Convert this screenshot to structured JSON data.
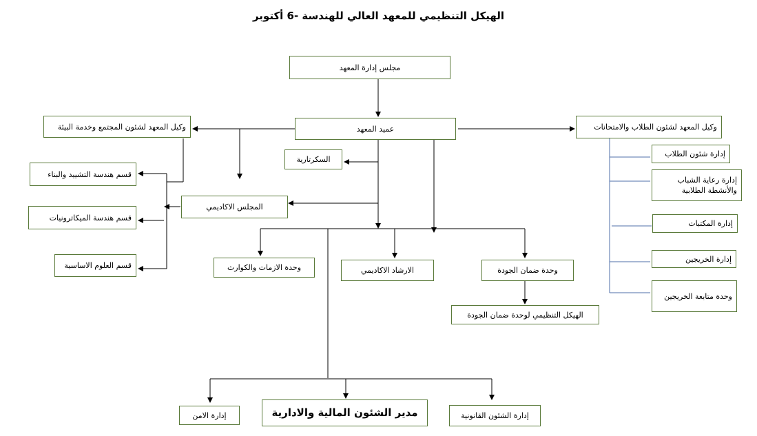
{
  "title": "الهيكل التنظيمي للمعهد العالي للهندسة -6 أكتوبر",
  "boxes": {
    "board": "مجلس إدارة المعهد",
    "dean": "عميد المعهد",
    "vice_community": "وكيل المعهد لشئون المجتمع وخدمة البيئة",
    "vice_students": "وكيل المعهد لشئون الطلاب والامتحانات",
    "secretariat": "السكرتارية",
    "academic_council": "المجلس الاكاديمي",
    "dept_construction": "قسم هندسة التشييد والبناء",
    "dept_mechatronics": "قسم هندسة الميكاترونيات",
    "dept_basic": "قسم العلوم الاساسية",
    "crisis_unit": "وحدة الازمات والكوارث",
    "academic_guidance": "الارشاد الاكاديمي",
    "quality_unit": "وحدة ضمان الجودة",
    "quality_structure": "الهيكل التنظيمي لوحدة ضمان الجودة",
    "student_affairs": "إدارة شئون الطلاب",
    "youth_care": "إدارة رعاية الشباب والأنشطة الطلابية",
    "libraries": "إدارة المكتبات",
    "graduates": "إدارة الخريجين",
    "graduates_followup": "وحدة متابعة الخريجين",
    "security": "إدارة الامن",
    "finance_admin": "مدير الشئون المالية والادارية",
    "legal_affairs": "إدارة الشئون القانونية"
  }
}
